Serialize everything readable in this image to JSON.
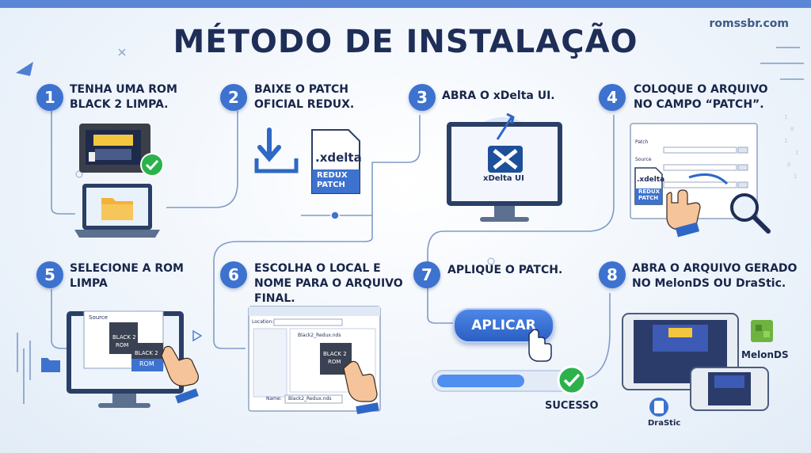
{
  "site": "romssbr.com",
  "title": "MÉTODO DE INSTALAÇÃO",
  "colors": {
    "accent": "#3d72cf",
    "navy": "#1f2e57",
    "line": "#6f8fbf",
    "success": "#2bb24c"
  },
  "steps": [
    {
      "num": "1",
      "text": "TENHA UMA ROM\nBLACK 2 LIMPA."
    },
    {
      "num": "2",
      "text": "BAIXE O PATCH\nOFICIAL REDUX."
    },
    {
      "num": "3",
      "text": "ABRA O xDelta UI."
    },
    {
      "num": "4",
      "text": "COLOQUE O ARQUIVO\nNO CAMPO “PATCH”."
    },
    {
      "num": "5",
      "text": "SELECIONE A ROM\nLIMPA"
    },
    {
      "num": "6",
      "text": "ESCOLHA O LOCAL E\nNOME PARA O ARQUIVO\nFINAL."
    },
    {
      "num": "7",
      "text": "APLIQUE O PATCH."
    },
    {
      "num": "8",
      "text": "ABRA O ARQUIVO GERADO\nNO MelonDS OU DraStic."
    }
  ],
  "illustrations": {
    "xdelta_ext": ".xdelta",
    "redux_patch_1": "REDUX",
    "redux_patch_2": "PATCH",
    "xdelta_app": "xDelta UI",
    "patch_label": "Patch",
    "source_label": "Source",
    "step4_xdelta": ".xdelta",
    "step4_redux": "REDUX",
    "step4_patch": "PATCH",
    "step5_source": "Source",
    "step5_rom1_a": "BLACK 2",
    "step5_rom1_b": "ROM",
    "step5_rom2_a": "BLACK 2",
    "step5_rom2_b": "ROM",
    "location_label": "Location:",
    "file_item": "Black2_Redux.nds",
    "step6_rom_a": "BLACK 2",
    "step6_rom_b": "ROM",
    "name_label": "Name:",
    "name_value": "Black2_Redux.nds",
    "apply_button": "APLICAR",
    "success_label": "SUCESSO",
    "melonds_label": "MelonDS",
    "drastic_label": "DraStic"
  },
  "icons": [
    "gba-cartridge-icon",
    "checkmark-icon",
    "folder-icon",
    "laptop-icon",
    "download-icon",
    "file-icon",
    "xdelta-logo-icon",
    "monitor-icon",
    "magnifier-icon",
    "hand-cursor-icon",
    "progress-bar",
    "tablet-icon",
    "phone-icon",
    "melonds-icon",
    "drastic-icon"
  ]
}
